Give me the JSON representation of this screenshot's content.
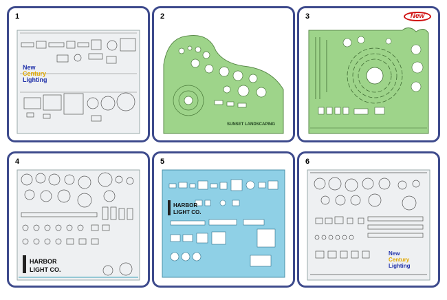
{
  "products": [
    {
      "number": "1",
      "logo_lines": [
        "New",
        "Century",
        "Lighting"
      ]
    },
    {
      "number": "2",
      "label_bottom": "SUNSET LANDSCAPING"
    },
    {
      "number": "3",
      "badge": "New"
    },
    {
      "number": "4",
      "logo_lines": [
        "HARBOR",
        "LIGHT CO."
      ]
    },
    {
      "number": "5",
      "logo_lines": [
        "HARBOR",
        "LIGHT CO."
      ]
    },
    {
      "number": "6",
      "logo_lines": [
        "New",
        "Century",
        "Lighting"
      ]
    }
  ],
  "colors": {
    "card_border": "#3d4a8c",
    "template_clear": "#eef0f2",
    "template_green": "#9ed48a",
    "template_blue": "#8fd0e6",
    "badge_red": "#d01010"
  }
}
